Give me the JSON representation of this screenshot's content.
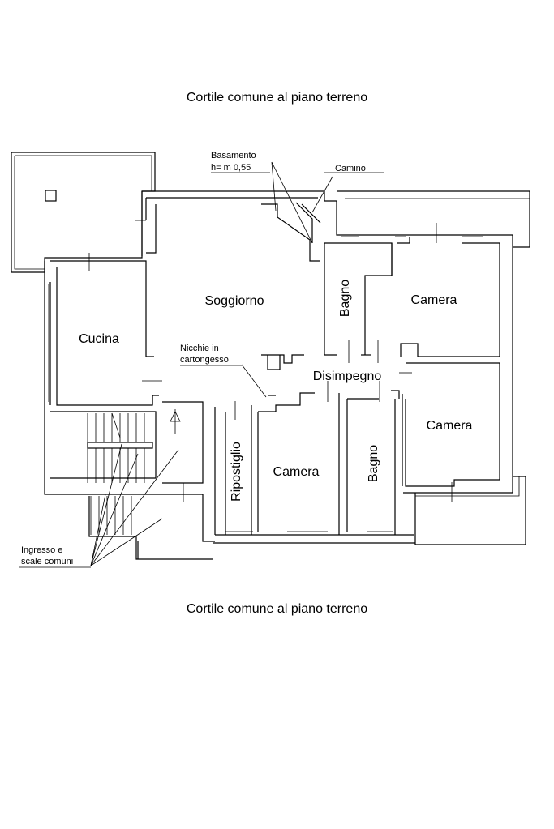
{
  "captions": {
    "top": "Cortile comune al piano terreno",
    "bottom": "Cortile comune al piano terreno"
  },
  "rooms": {
    "soggiorno": "Soggiorno",
    "cucina": "Cucina",
    "bagno_1": "Bagno",
    "camera_1": "Camera",
    "camera_2": "Camera",
    "camera_3": "Camera",
    "disimpegno": "Disimpegno",
    "ripostiglio": "Ripostiglio",
    "bagno_2": "Bagno"
  },
  "annotations": {
    "basamento_line1": "Basamento",
    "basamento_line2": "h= m 0,55",
    "camino": "Camino",
    "nicchie_line1": "Nicchie in",
    "nicchie_line2": "cartongesso",
    "ingresso_line1": "Ingresso e",
    "ingresso_line2": "scale comuni"
  }
}
